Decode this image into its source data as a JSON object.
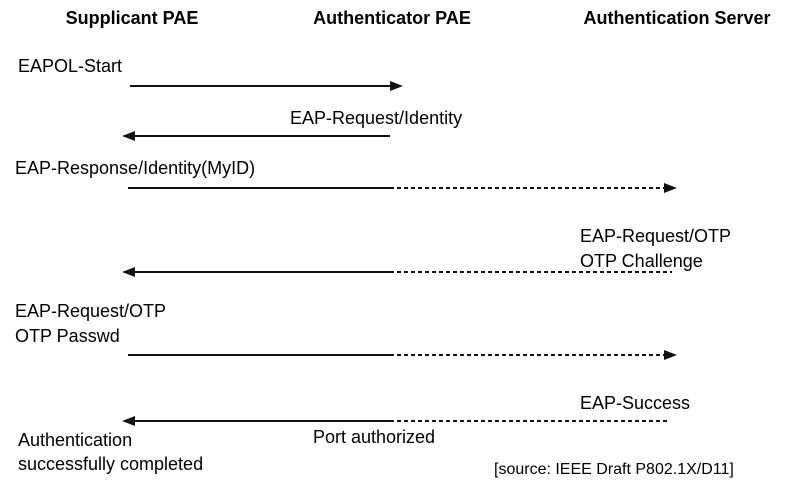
{
  "diagram": {
    "title_columns": [
      {
        "label": "Supplicant PAE"
      },
      {
        "label": "Authenticator PAE"
      },
      {
        "label": "Authentication Server"
      }
    ],
    "messages": {
      "eapol_start": "EAPOL-Start",
      "eap_request_identity": "EAP-Request/Identity",
      "eap_response_identity": "EAP-Response/Identity(MyID)",
      "eap_request_otp_line1": "EAP-Request/OTP",
      "eap_request_otp_line2": "OTP Challenge",
      "eap_otp_passwd_line1": "EAP-Request/OTP",
      "eap_otp_passwd_line2": "OTP Passwd",
      "eap_success": "EAP-Success",
      "port_authorized": "Port authorized",
      "auth_completed_line1": "Authentication",
      "auth_completed_line2": "successfully completed"
    },
    "source_note": "[source: IEEE Draft P802.1X/D11]",
    "colors": {
      "text": "#000000",
      "line": "#111111",
      "background": "#ffffff"
    }
  }
}
